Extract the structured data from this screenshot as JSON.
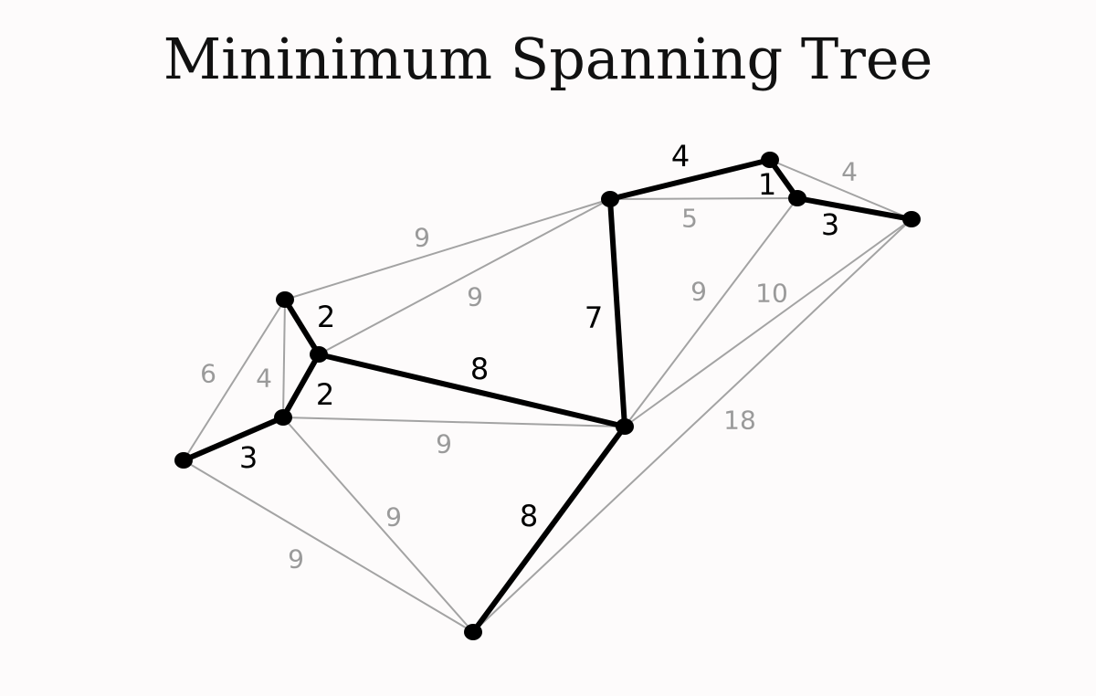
{
  "title": "Mininimum Spanning Tree",
  "colors": {
    "background": "#fdfbfb",
    "tree_edge": "#000000",
    "graph_edge": "#a3a3a3",
    "tree_label": "#000000",
    "graph_label": "#9a9a9a",
    "node": "#000000"
  },
  "graph": {
    "nodes": [
      "A",
      "B",
      "C",
      "D",
      "E",
      "F",
      "G",
      "H",
      "I",
      "J"
    ],
    "edges": [
      {
        "from": "A",
        "to": "B",
        "weight": "6",
        "in_tree": false
      },
      {
        "from": "A",
        "to": "C",
        "weight": "4",
        "in_tree": false
      },
      {
        "from": "A",
        "to": "D",
        "weight": "2",
        "in_tree": true
      },
      {
        "from": "A",
        "to": "F",
        "weight": "9",
        "in_tree": false
      },
      {
        "from": "B",
        "to": "C",
        "weight": "3",
        "in_tree": true
      },
      {
        "from": "B",
        "to": "E",
        "weight": "9",
        "in_tree": false
      },
      {
        "from": "C",
        "to": "D",
        "weight": "2",
        "in_tree": true
      },
      {
        "from": "C",
        "to": "G",
        "weight": "9",
        "in_tree": false
      },
      {
        "from": "C",
        "to": "E",
        "weight": "9",
        "in_tree": false
      },
      {
        "from": "D",
        "to": "F",
        "weight": "9",
        "in_tree": false
      },
      {
        "from": "D",
        "to": "G",
        "weight": "8",
        "in_tree": true
      },
      {
        "from": "F",
        "to": "G",
        "weight": "7",
        "in_tree": true
      },
      {
        "from": "F",
        "to": "H",
        "weight": "4",
        "in_tree": true
      },
      {
        "from": "F",
        "to": "I",
        "weight": "5",
        "in_tree": false
      },
      {
        "from": "H",
        "to": "I",
        "weight": "1",
        "in_tree": true
      },
      {
        "from": "H",
        "to": "J",
        "weight": "4",
        "in_tree": false
      },
      {
        "from": "I",
        "to": "J",
        "weight": "3",
        "in_tree": true
      },
      {
        "from": "I",
        "to": "G",
        "weight": "9",
        "in_tree": false
      },
      {
        "from": "J",
        "to": "G",
        "weight": "10",
        "in_tree": false
      },
      {
        "from": "J",
        "to": "E",
        "weight": "18",
        "in_tree": false
      },
      {
        "from": "G",
        "to": "E",
        "weight": "8",
        "in_tree": true
      }
    ]
  }
}
